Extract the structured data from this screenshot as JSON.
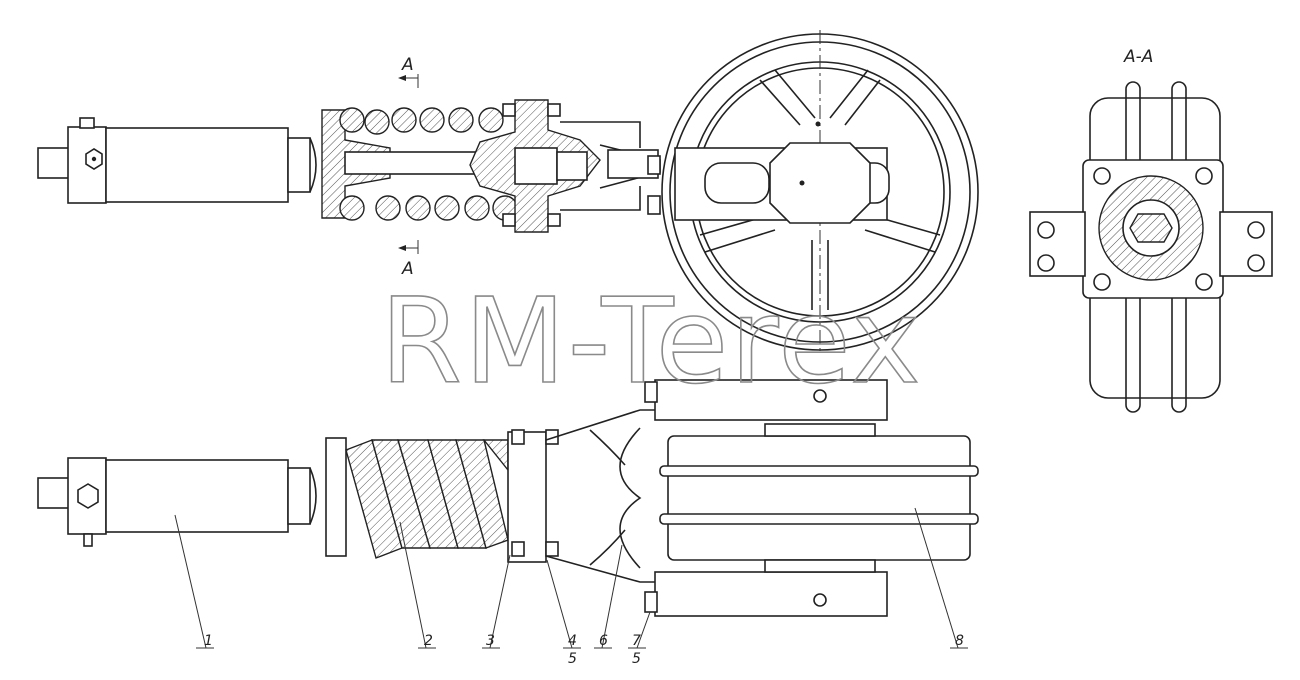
{
  "watermark": "RM-Terex",
  "section": {
    "cut_letter_top": "A",
    "cut_letter_bottom": "A",
    "view_title": "A-A"
  },
  "callouts": [
    {
      "id": "1",
      "label": "1"
    },
    {
      "id": "2",
      "label": "2"
    },
    {
      "id": "3",
      "label": "3"
    },
    {
      "id": "4",
      "label": "4",
      "sub": "5"
    },
    {
      "id": "6",
      "label": "6"
    },
    {
      "id": "7",
      "label": "7",
      "sub": "5"
    },
    {
      "id": "8",
      "label": "8"
    }
  ]
}
